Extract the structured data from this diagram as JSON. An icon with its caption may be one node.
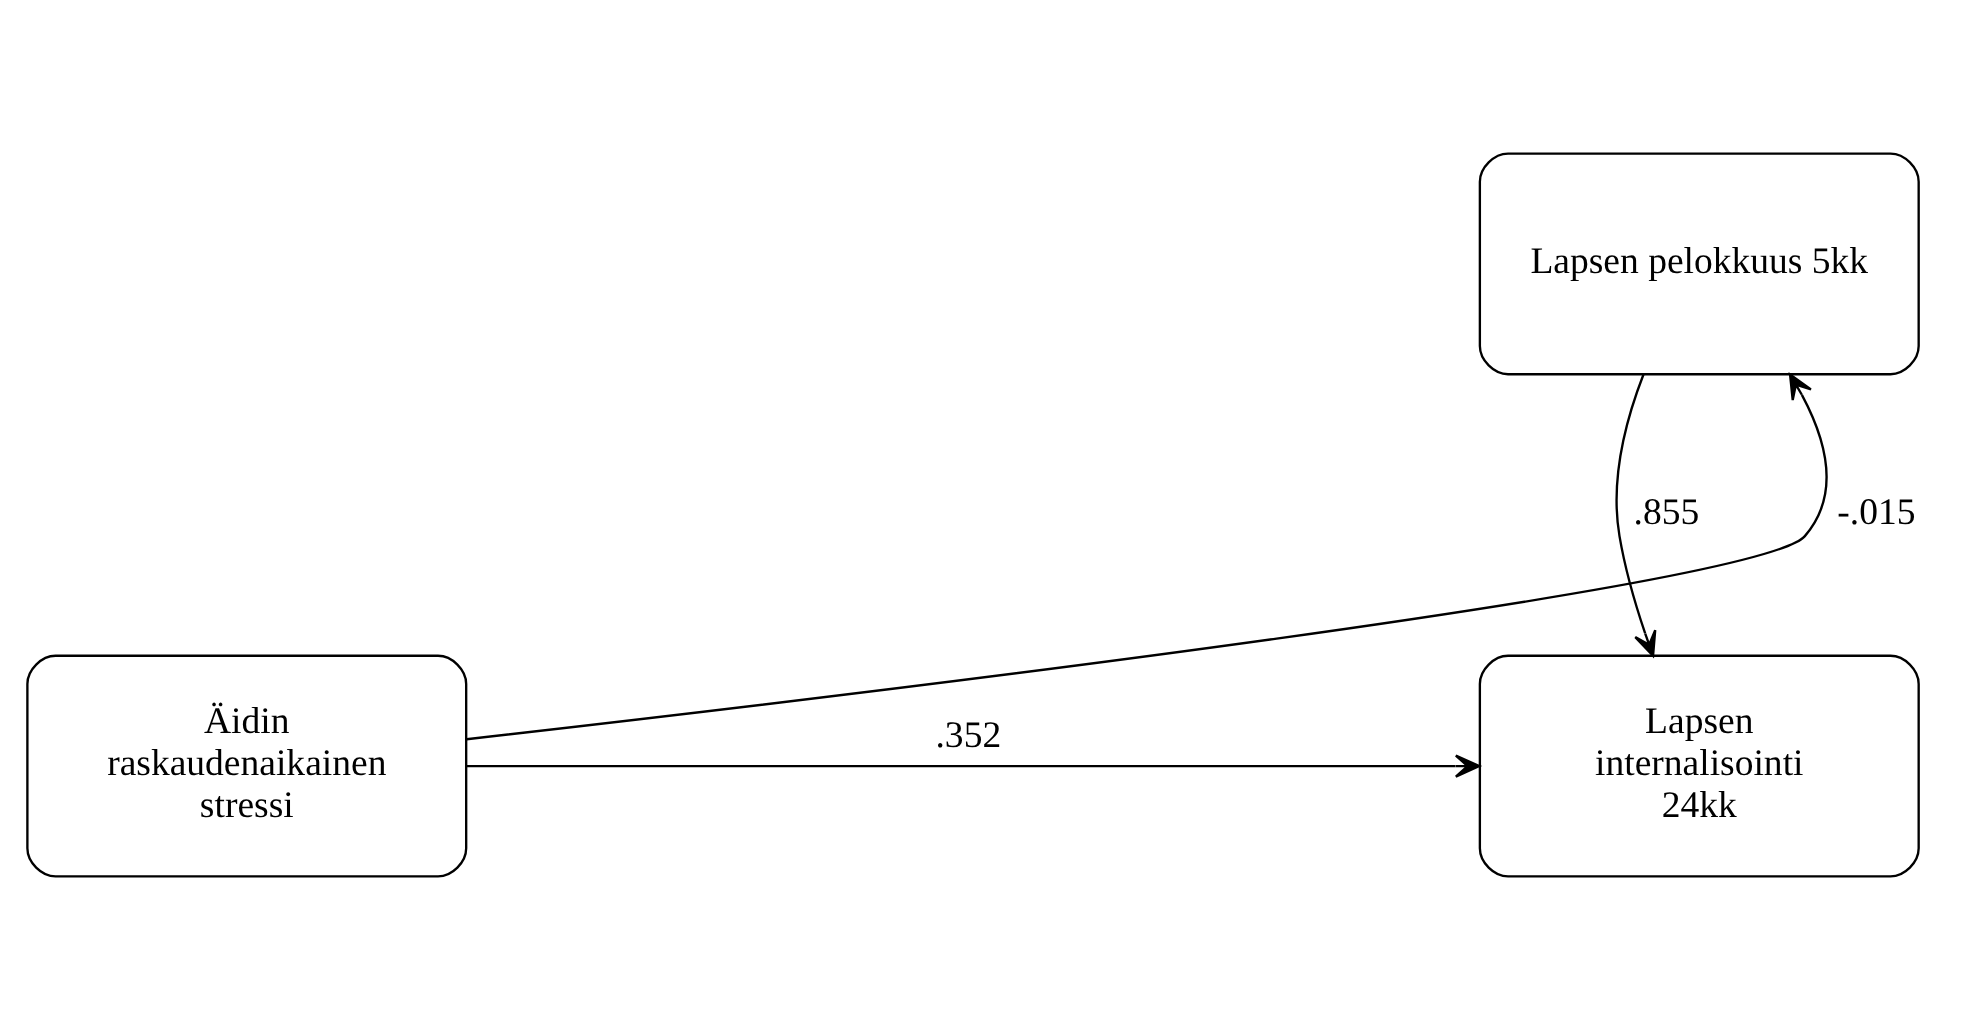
{
  "diagram": {
    "nodes": [
      {
        "text": [
          "Lapsen pelokkuus 5kk"
        ]
      },
      {
        "text": [
          "Äidin raskaudenaikainen stressi"
        ]
      },
      {
        "text": [
          "Lapsen internalisointi 24kk"
        ]
      }
    ],
    "edges": [
      {
        "from": 1,
        "to": 0,
        "arrow": "to",
        "label": "-.015"
      },
      {
        "from": 0,
        "to": 2,
        "arrow": "to",
        "label": ".855"
      },
      {
        "from": 1,
        "to": 2,
        "arrow": "to",
        "label": ".352"
      }
    ]
  }
}
